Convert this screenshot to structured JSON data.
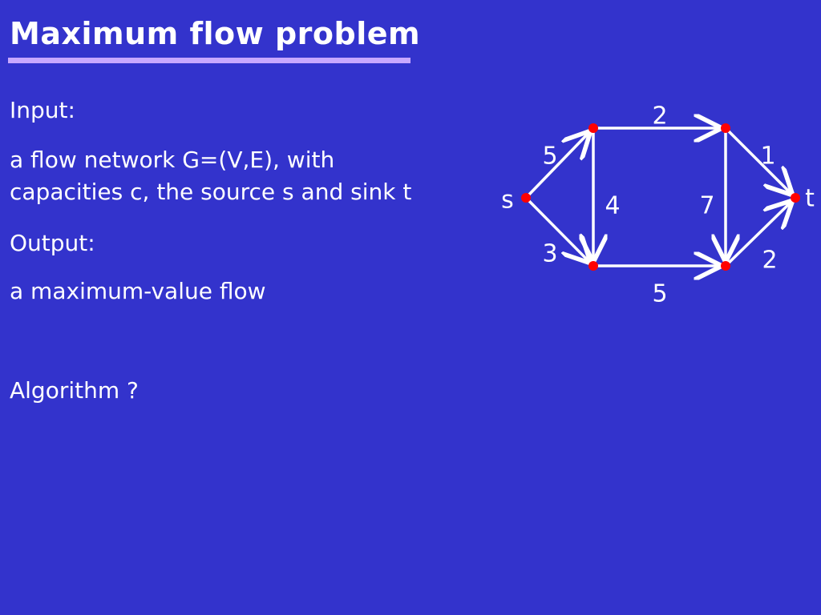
{
  "slide": {
    "title": "Maximum flow problem",
    "input_heading": "Input:",
    "input_line1": "a flow network G=(V,E), with",
    "input_line2": "capacities c, the source s and sink t",
    "output_heading": "Output:",
    "output_text": "a maximum-value flow",
    "algorithm_text": "Algorithm ?"
  },
  "graph": {
    "source_label": "s",
    "sink_label": "t",
    "edges": [
      {
        "from": "s",
        "to": "a",
        "capacity": "5"
      },
      {
        "from": "s",
        "to": "b",
        "capacity": "3"
      },
      {
        "from": "a",
        "to": "c",
        "capacity": "2"
      },
      {
        "from": "a",
        "to": "b",
        "capacity": "4"
      },
      {
        "from": "c",
        "to": "d",
        "capacity": "7"
      },
      {
        "from": "b",
        "to": "d",
        "capacity": "5"
      },
      {
        "from": "c",
        "to": "t",
        "capacity": "1"
      },
      {
        "from": "d",
        "to": "t",
        "capacity": "2"
      }
    ]
  },
  "colors": {
    "background": "#3333cc",
    "node": "#ff0000",
    "edge": "#ffffff",
    "title_rule": "#c8a8ff"
  }
}
